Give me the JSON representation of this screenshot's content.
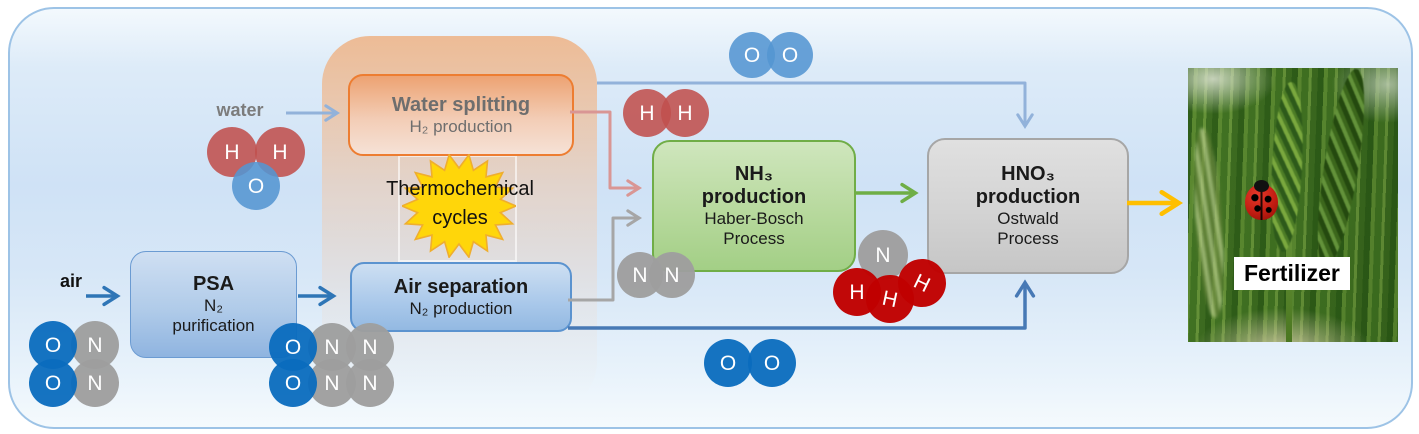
{
  "labels": {
    "water": "water",
    "air": "air"
  },
  "boxes": {
    "water_splitting": {
      "title": "Water splitting",
      "subtitle": "H₂ production"
    },
    "psa": {
      "title": "PSA",
      "line2": "N₂",
      "line3": "purification"
    },
    "air_separation": {
      "title": "Air separation",
      "subtitle": "N₂ production"
    },
    "nh3_production": {
      "line1": "NH₃",
      "line2": "production",
      "line3": "Haber-Bosch",
      "line4": "Process"
    },
    "hno3_production": {
      "line1": "HNO₃",
      "line2": "production",
      "line3": "Ostwald",
      "line4": "Process"
    }
  },
  "starburst": {
    "line1": "Thermochemical",
    "line2": "cycles"
  },
  "fertilizer": {
    "caption": "Fertilizer"
  },
  "atoms": {
    "H": "H",
    "O": "O",
    "N": "N"
  },
  "colors": {
    "canvas_border": "#9dc3e6",
    "water_splitting_accent": "#ed7d31",
    "nh3_accent": "#70ad47",
    "fertilizer_arrow": "#ffbf00",
    "hydrogen_rose": "#c0504d",
    "hydrogen_red": "#c00000",
    "oxygen_dark_blue": "#0a6cbe",
    "oxygen_light_blue": "#5495d1",
    "nitrogen_gray": "#9e9e9e",
    "starburst_yellow": "#ffd60a"
  }
}
